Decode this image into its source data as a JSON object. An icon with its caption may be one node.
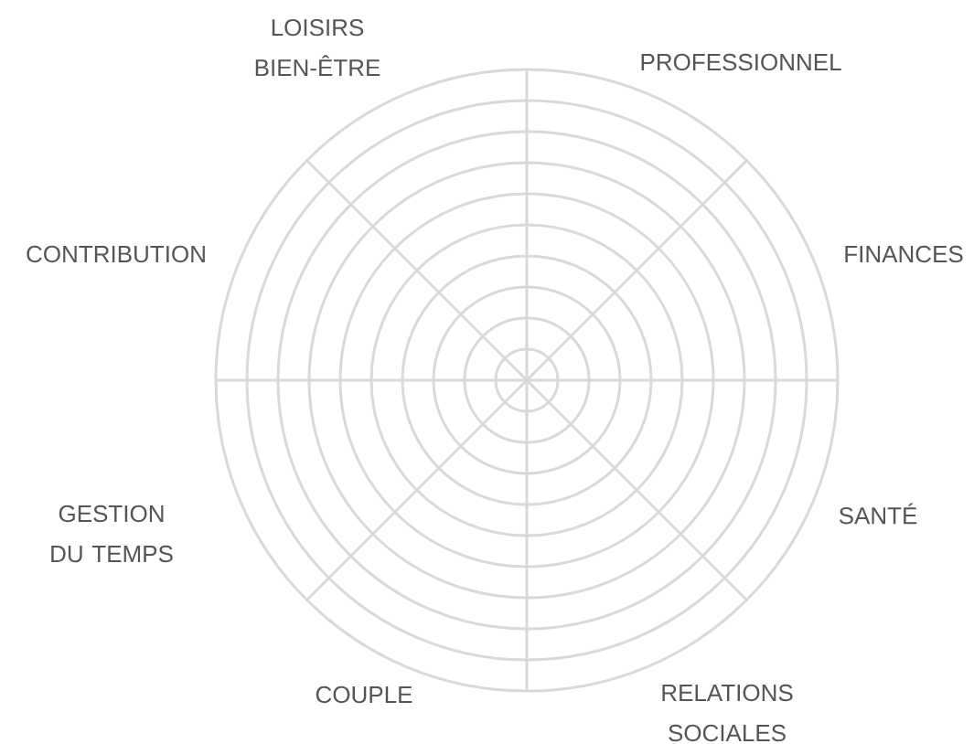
{
  "diagram": {
    "labels": [
      "LOISIRS BIEN-ÊTRE",
      "PROFESSIONNEL",
      "CONTRIBUTION",
      "FINANCES",
      "GESTION DU TEMPS",
      "SANTÉ",
      "COUPLE",
      "RELATIONS SOCIALES"
    ]
  }
}
